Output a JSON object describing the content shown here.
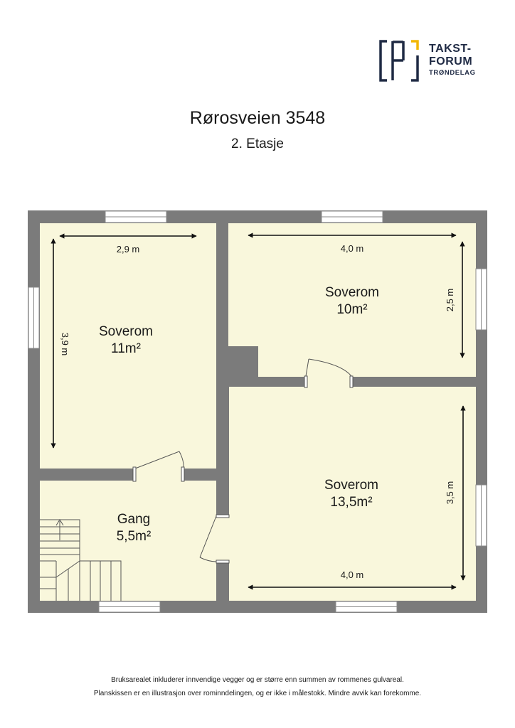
{
  "header": {
    "address": "Rørosveien 3548",
    "floor": "2. Etasje"
  },
  "logo": {
    "line1": "TAKST-",
    "line2": "FORUM",
    "line3": "TRØNDELAG",
    "color_navy": "#1f2a44",
    "color_accent": "#f2b705"
  },
  "rooms": [
    {
      "name": "Soverom",
      "area": "11m²"
    },
    {
      "name": "Soverom",
      "area": "10m²"
    },
    {
      "name": "Soverom",
      "area": "13,5m²"
    },
    {
      "name": "Gang",
      "area": "5,5m²"
    }
  ],
  "dimensions": {
    "room1_width": "2,9 m",
    "room1_height": "3,9 m",
    "room2_width": "4,0 m",
    "room2_height": "2,5 m",
    "room3_width": "4,0 m",
    "room3_height": "3,5 m"
  },
  "footer": {
    "line1": "Bruksarealet inkluderer innvendige vegger og er større enn summen av rommenes gulvareal.",
    "line2": "Planskissen er en illustrasjon over rominndelingen, og er ikke i målestokk. Mindre avvik kan forekomme."
  },
  "colors": {
    "wall": "#7b7b7b",
    "floor": "#f9f7dc"
  }
}
